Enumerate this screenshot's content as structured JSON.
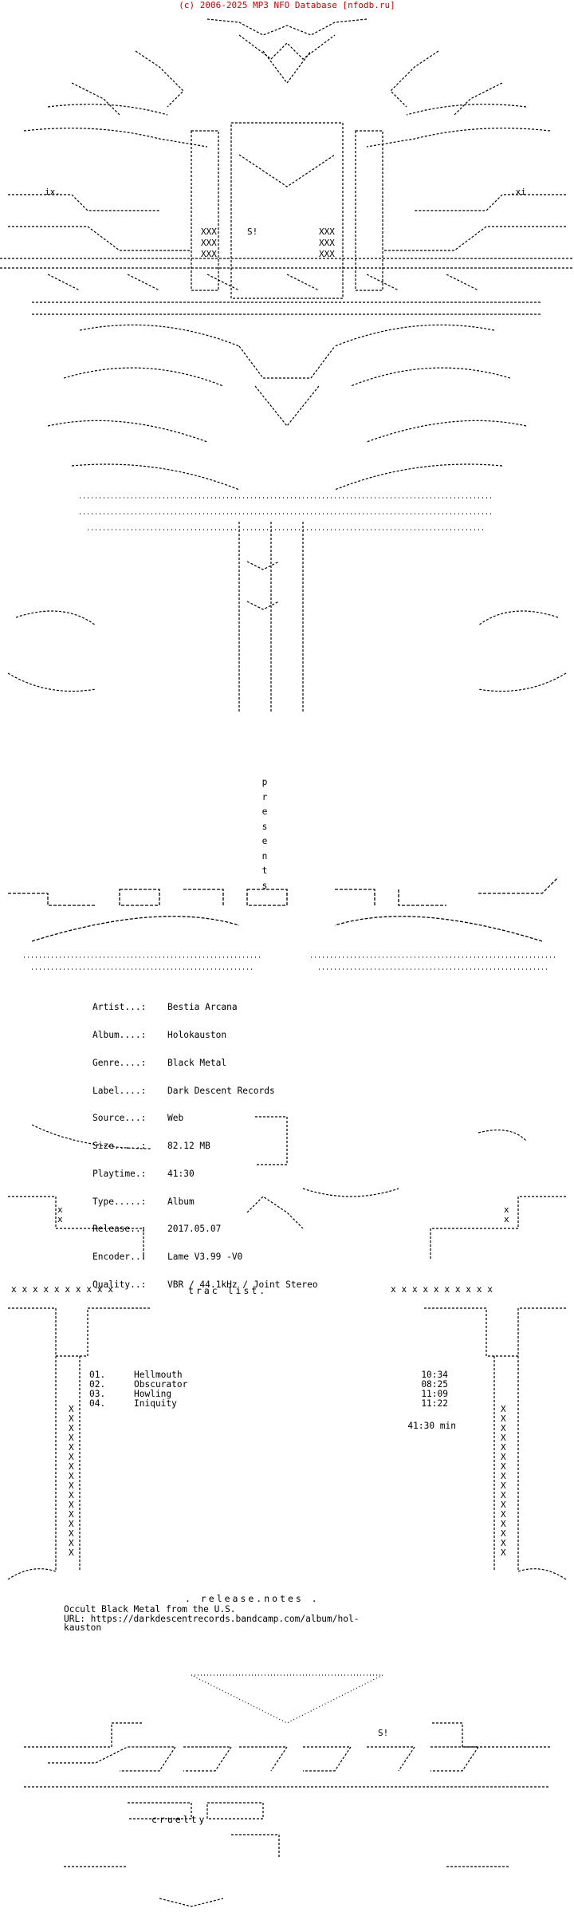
{
  "header": {
    "title": "(c) 2006-2025 MP3 NFO Database [nfodb.ru]"
  },
  "art": {
    "signature": "S!",
    "top_letters": [
      "ix.",
      ".xi",
      "XXX",
      "XXX",
      "XXX",
      "XXX"
    ],
    "bottom_tag": "cruelty"
  },
  "presents": [
    "p",
    "r",
    "e",
    "s",
    "e",
    "n",
    "t",
    "s"
  ],
  "release_info": [
    {
      "label": "Artist...:",
      "value": "Bestia Arcana"
    },
    {
      "label": "Album....:",
      "value": "Holokauston"
    },
    {
      "label": "Genre....:",
      "value": "Black Metal"
    },
    {
      "label": "Label....:",
      "value": "Dark Descent Records"
    },
    {
      "label": "Source...:",
      "value": "Web"
    },
    {
      "label": "Size.....:",
      "value": "82.12 MB"
    },
    {
      "label": "Playtime.:",
      "value": "41:30"
    },
    {
      "label": "Type.....:",
      "value": "Album"
    },
    {
      "label": "Release..:",
      "value": "2017.05.07"
    },
    {
      "label": "Encoder..:",
      "value": "Lame V3.99 -V0"
    },
    {
      "label": "Quality..:",
      "value": "VBR / 44.1kHz / Joint Stereo"
    }
  ],
  "tracklist": {
    "heading": "trac  list.",
    "tracks": [
      {
        "num": "01.",
        "title": "Hellmouth",
        "duration": "10:34"
      },
      {
        "num": "02.",
        "title": "Obscurator",
        "duration": "08:25"
      },
      {
        "num": "03.",
        "title": "Howling",
        "duration": "11:09"
      },
      {
        "num": "04.",
        "title": "Iniquity",
        "duration": "11:22"
      }
    ],
    "total": "41:30 min"
  },
  "release_notes": {
    "heading": ". release.notes .",
    "lines": [
      "Occult Black Metal from the U.S.",
      "",
      "URL: https://darkdescentrecords.bandcamp.com/album/hol-",
      "kauston"
    ]
  },
  "x_row": "x x x x x x x x x x"
}
